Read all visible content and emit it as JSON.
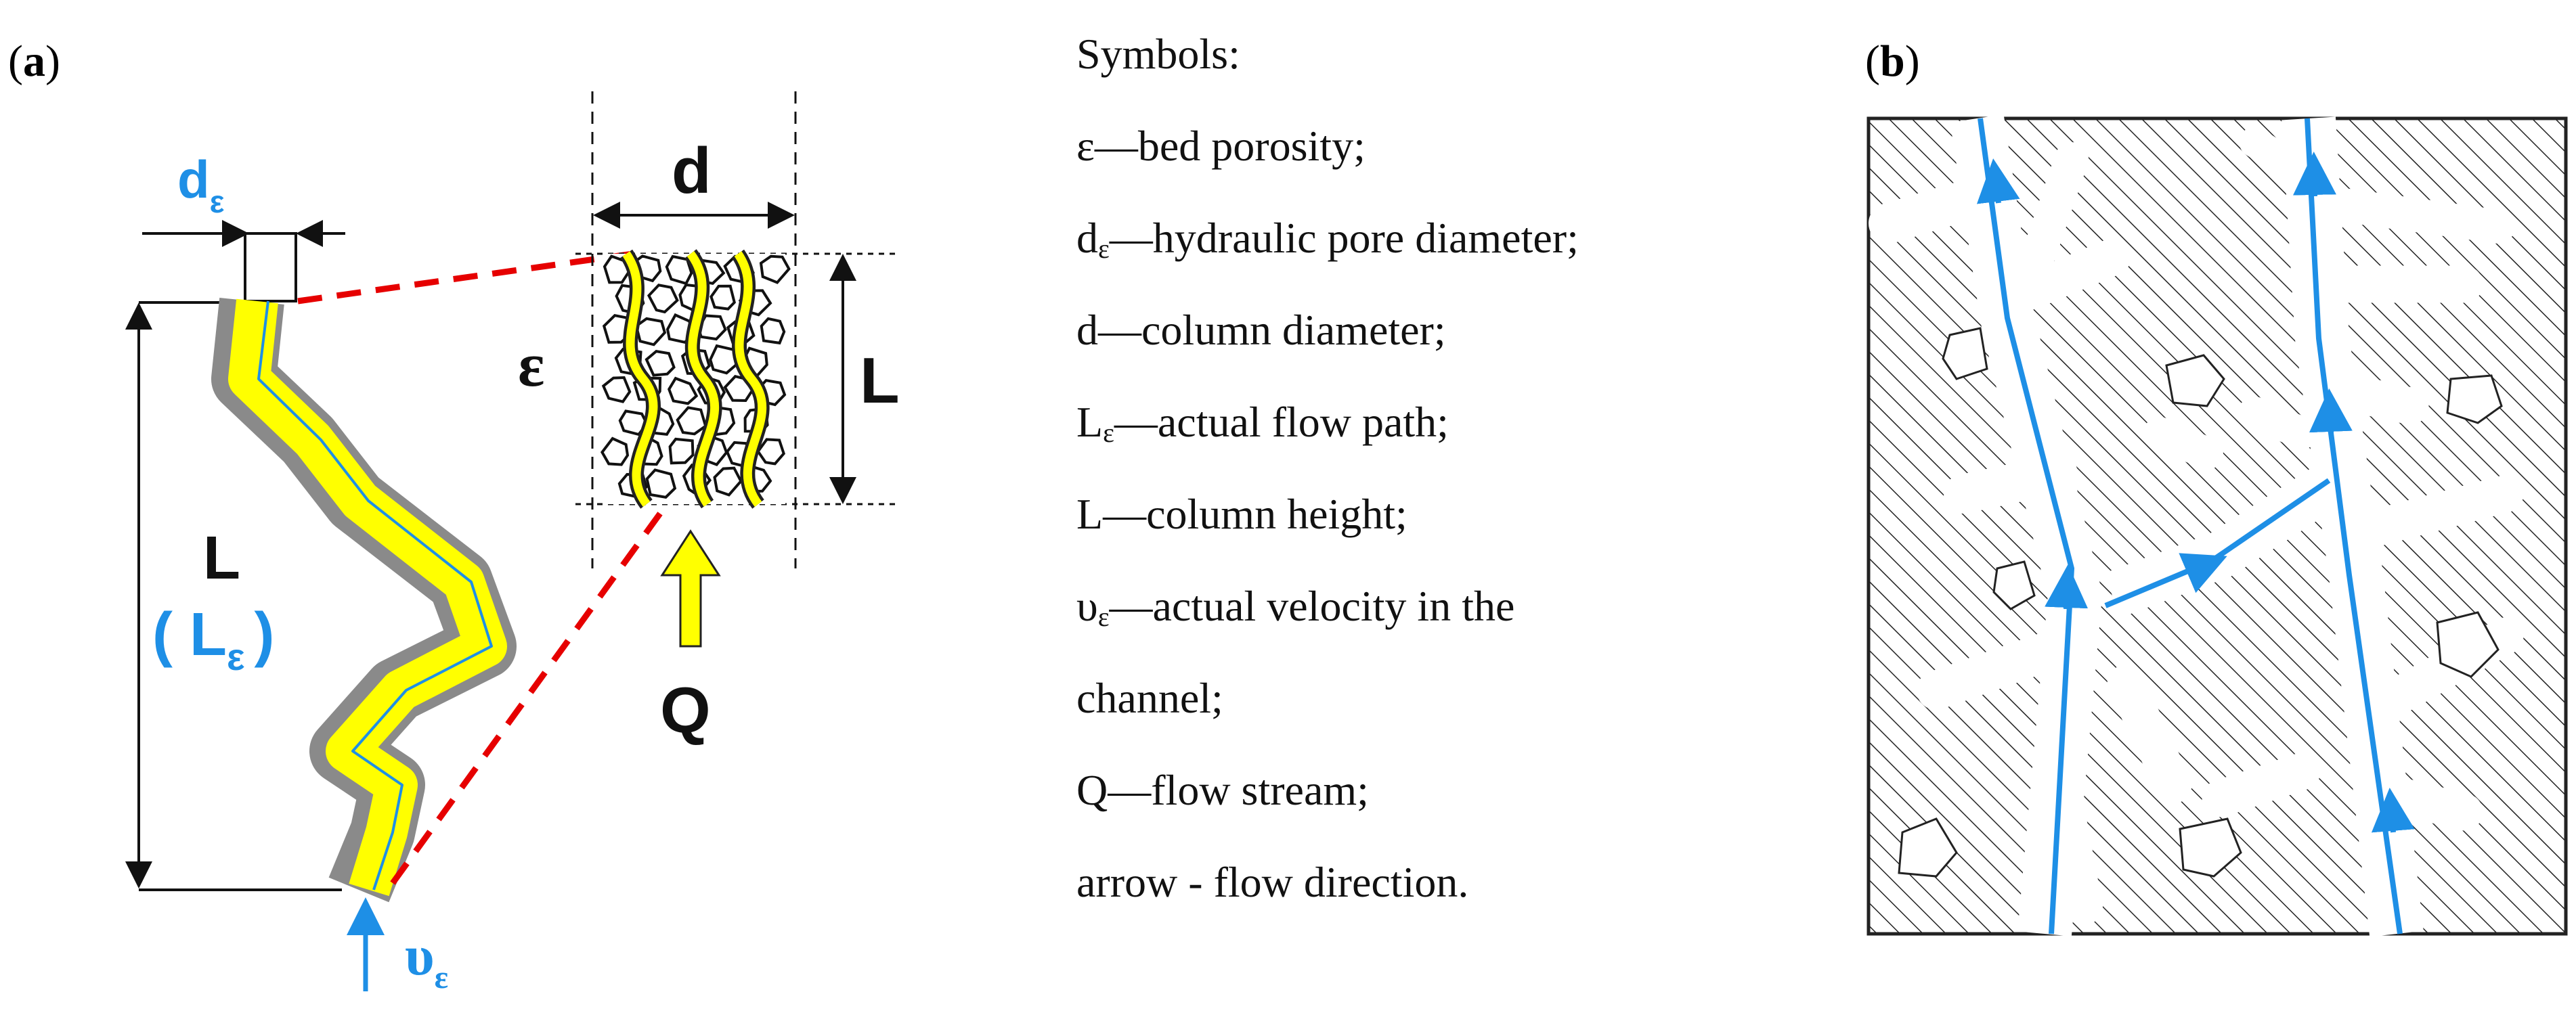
{
  "panel_a": {
    "label": "(a)",
    "d_eps": {
      "main": "d",
      "sub": "ε"
    },
    "d": "d",
    "eps": "ε",
    "L_right": "L",
    "L_left": "L",
    "L_eps": {
      "open": "( L",
      "sub": "ε",
      "close": ")"
    },
    "Q": "Q",
    "v_eps": {
      "main": "υ",
      "sub": "ε"
    }
  },
  "legend": {
    "title": "Symbols:",
    "items": [
      {
        "sym": "ε",
        "sub": "",
        "text": "—bed porosity;"
      },
      {
        "sym": "d",
        "sub": "ε",
        "text": "—hydraulic pore diameter;"
      },
      {
        "sym": "d",
        "sub": "",
        "text": "—column diameter;"
      },
      {
        "sym": "L",
        "sub": "ε",
        "text": "—actual flow path;"
      },
      {
        "sym": "L",
        "sub": "",
        "text": "—column height;"
      },
      {
        "sym": "υ",
        "sub": "ε",
        "text": "—actual velocity in the"
      },
      {
        "sym": "",
        "sub": "",
        "text": "channel;"
      },
      {
        "sym": "Q",
        "sub": "",
        "text": "—flow stream;"
      },
      {
        "sym": "",
        "sub": "",
        "text": "arrow - flow direction."
      }
    ]
  },
  "panel_b": {
    "label": "(b)"
  },
  "colors": {
    "blue": "#1e8fe6",
    "yellow": "#ffff00",
    "gray": "#8a8a8a",
    "red": "#e60000",
    "black": "#111111"
  }
}
